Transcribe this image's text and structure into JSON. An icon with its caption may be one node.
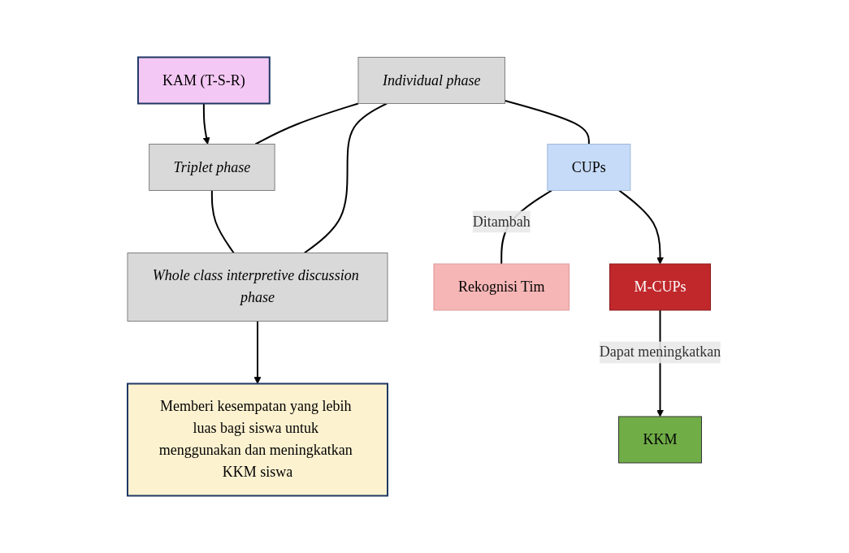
{
  "diagram": {
    "nodes": [
      {
        "text": [
          "Individual phase"
        ]
      },
      {
        "text": [
          "Triplet phase"
        ]
      },
      {
        "text": [
          "Whole class interpretive discussion phase"
        ]
      },
      {
        "text": [
          "Memberi kesempatan yang lebih luas bagi siswa untuk menggunakan dan meningkatkan KKM siswa"
        ]
      },
      {
        "text": [
          "KAM (T-S-R)"
        ]
      },
      {
        "text": [
          "CUPs"
        ]
      },
      {
        "text": [
          "Rekognisi Tim"
        ]
      },
      {
        "text": [
          "M-CUPs"
        ]
      },
      {
        "text": [
          "KKM"
        ]
      }
    ],
    "edges": [
      {
        "from": 0,
        "to": 1,
        "arrow": "none"
      },
      {
        "from": 1,
        "to": 2,
        "arrow": "none"
      },
      {
        "from": 0,
        "to": 2,
        "arrow": "none"
      },
      {
        "from": 2,
        "to": 3,
        "arrow": "to"
      },
      {
        "from": 4,
        "to": 1,
        "arrow": "to"
      },
      {
        "from": 0,
        "to": 5,
        "arrow": "none"
      },
      {
        "from": 5,
        "to": 6,
        "label": "Ditambah",
        "arrow": "none"
      },
      {
        "from": 5,
        "to": 7,
        "arrow": "to"
      },
      {
        "from": 7,
        "to": 8,
        "label": "Dapat meningkatkan",
        "arrow": "to"
      }
    ]
  }
}
